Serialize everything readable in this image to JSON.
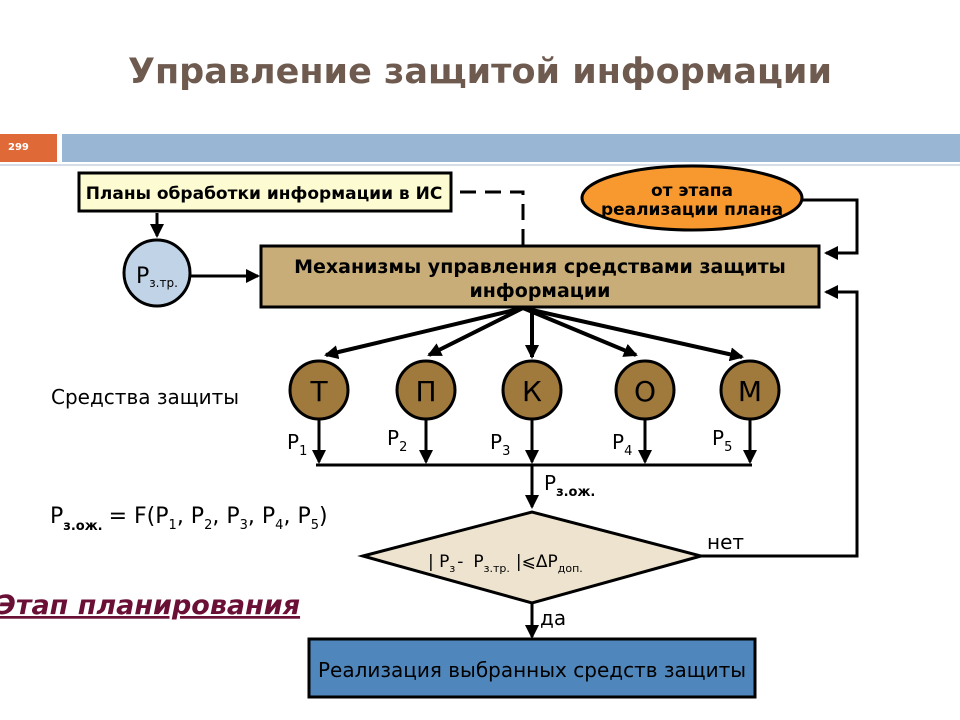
{
  "title": "Управление защитой информации",
  "slide_number": "299",
  "plans_box": "Планы обработки информации в ИС",
  "from_stage": [
    "от этапа",
    "реализации плана"
  ],
  "p_req": {
    "main": "P",
    "sub": "з.тр."
  },
  "mechanisms": [
    "Механизмы управления средствами защиты",
    "информации"
  ],
  "means_label": "Средства защиты",
  "means": [
    "Т",
    "П",
    "К",
    "О",
    "М"
  ],
  "p_labels": [
    {
      "main": "P",
      "sub": "1"
    },
    {
      "main": "P",
      "sub": "2"
    },
    {
      "main": "P",
      "sub": "3"
    },
    {
      "main": "P",
      "sub": "4"
    },
    {
      "main": "P",
      "sub": "5"
    }
  ],
  "p_expected": {
    "main": "P",
    "sub": "з.ож."
  },
  "formula": {
    "lhs_main": "P",
    "lhs_sub": "з.ож.",
    "rhs": "= F(P",
    "args": [
      "1",
      "2",
      "3",
      "4",
      "5"
    ]
  },
  "condition": {
    "p": "P",
    "p_sub": "з",
    "minus": "-",
    "p2": "P",
    "p2_sub": "з.тр.",
    "op": "⩽",
    "delta": "ΔP",
    "delta_sub": "доп."
  },
  "no_label": "нет",
  "yes_label": "да",
  "stage_label": "Этап планирования",
  "result_box": "Реализация выбранных средств защиты",
  "colors": {
    "title": "#6e5a4e",
    "plans_fill": "#fdfbd2",
    "mech_fill": "#c8ad78",
    "means_fill": "#a0793d",
    "p_circle_fill": "#c1d3e7",
    "oval_fill": "#f7992f",
    "diamond_fill": "#ede3cf",
    "result_fill": "#4f86bb",
    "stage_text": "#6a0f35"
  }
}
